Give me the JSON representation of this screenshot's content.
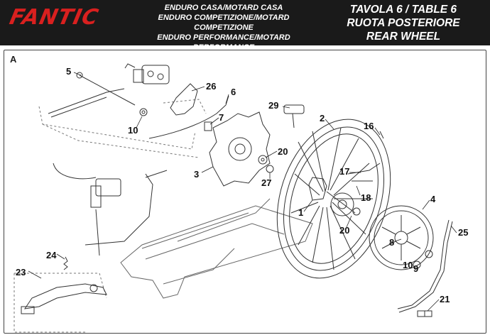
{
  "header": {
    "brand": "FANTIC",
    "models": [
      "ENDURO CASA/MOTARD CASA",
      "ENDURO COMPETIZIONE/MOTARD COMPETIZIONE",
      "ENDURO PERFORMANCE/MOTARD PERFORMANCE"
    ],
    "table": [
      "TAVOLA 6  /  TABLE 6",
      "RUOTA POSTERIORE",
      "REAR WHEEL"
    ]
  },
  "diagram": {
    "section_letter": "A",
    "callouts": [
      "5",
      "26",
      "6",
      "29",
      "2",
      "16",
      "10",
      "7",
      "20",
      "3",
      "27",
      "17",
      "18",
      "4",
      "1",
      "25",
      "20",
      "8",
      "24",
      "10",
      "9",
      "23",
      "21"
    ]
  },
  "colors": {
    "brand_red": "#d9201f",
    "header_bg": "#1a1a1a",
    "line": "#333333"
  }
}
